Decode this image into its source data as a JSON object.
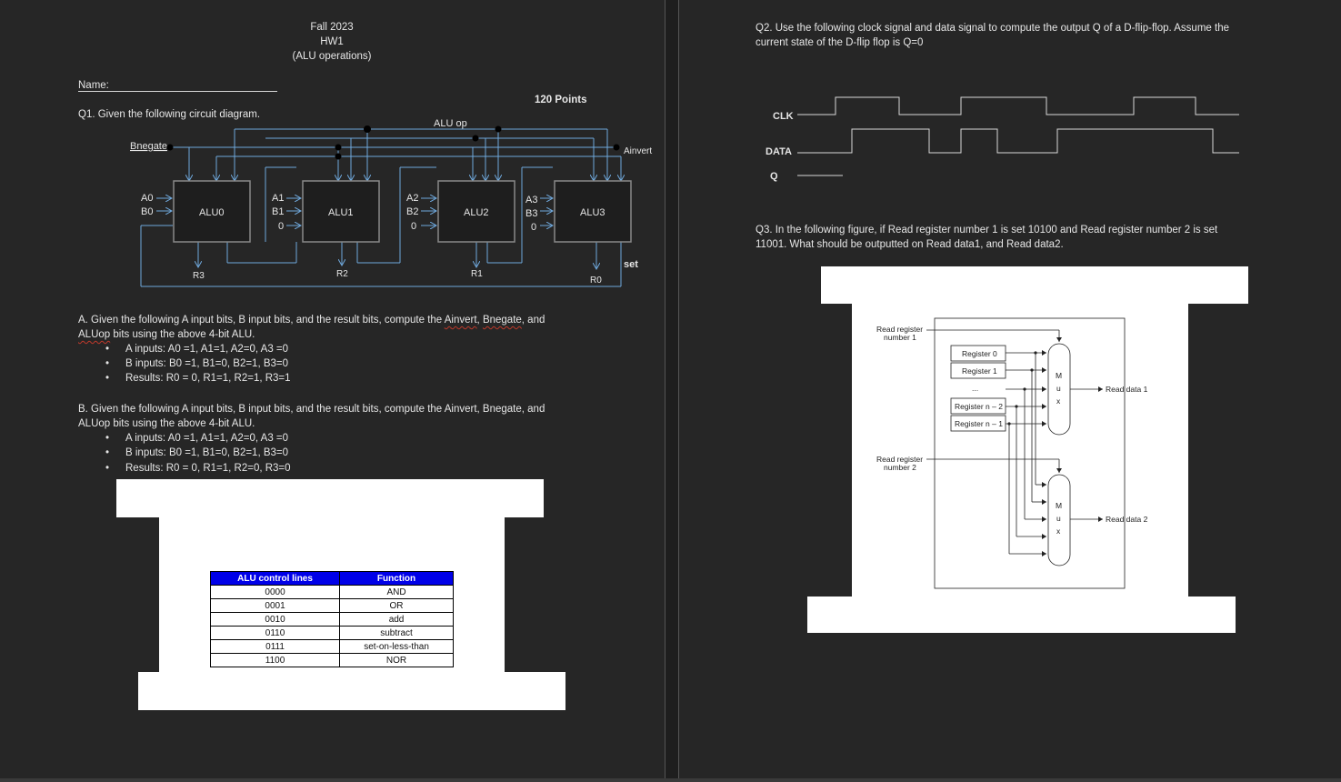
{
  "header": {
    "line1": "Fall 2023",
    "line2": "HW1",
    "line3": "(ALU operations)"
  },
  "name_label": "Name:",
  "points": "120 Points",
  "q1": {
    "title": "Q1. Given the following circuit diagram.",
    "diagram": {
      "alu_op": "ALU op",
      "bnegate": "Bnegate",
      "ainvert": "Ainvert",
      "set": "set",
      "alus": [
        "ALU0",
        "ALU1",
        "ALU2",
        "ALU3"
      ],
      "inputs": [
        {
          "a": "A0",
          "b": "B0"
        },
        {
          "a": "A1",
          "b": "B1",
          "less": "0"
        },
        {
          "a": "A2",
          "b": "B2",
          "less": "0"
        },
        {
          "a": "A3",
          "b": "B3",
          "less": "0"
        }
      ],
      "results": [
        "R3",
        "R2",
        "R1",
        "R0"
      ]
    },
    "part_a": {
      "prefix": "A. Given the following A input bits, B input bits, and the result bits, compute the ",
      "ainvert": "Ainvert",
      "comma": ", ",
      "bnegate": "Bnegate",
      "and": ", and",
      "line2_word": "ALUop",
      "line2_rest": " bits using the above 4-bit ALU.",
      "bullets": [
        "A inputs: A0 =1, A1=1, A2=0, A3 =0",
        "B inputs:  B0 =1, B1=0, B2=1, B3=0",
        "Results: R0 = 0, R1=1, R2=1, R3=1"
      ]
    },
    "part_b": {
      "line1": "B. Given the following A input bits, B input bits, and the result bits, compute the Ainvert, Bnegate, and",
      "line2": "ALUop bits using the above 4-bit ALU.",
      "bullets": [
        "A inputs: A0 =1, A1=1, A2=0, A3 =0",
        "B inputs:  B0 =1, B1=0, B2=1, B3=0",
        "Results: R0 = 0, R1=1, R2=0, R3=0"
      ]
    },
    "table": {
      "headers": [
        "ALU control lines",
        "Function"
      ],
      "rows": [
        [
          "0000",
          "AND"
        ],
        [
          "0001",
          "OR"
        ],
        [
          "0010",
          "add"
        ],
        [
          "0110",
          "subtract"
        ],
        [
          "0111",
          "set-on-less-than"
        ],
        [
          "1100",
          "NOR"
        ]
      ]
    }
  },
  "q2": {
    "line1": "Q2. Use the following clock signal and data signal to compute the output Q of a D-flip-flop. Assume the",
    "line2": "current state of the D-flip flop is Q=0",
    "clk": "CLK",
    "data": "DATA",
    "q": "Q"
  },
  "q3": {
    "line1": "Q3. In the following figure, if Read register number 1 is set 10100 and Read register number 2 is set",
    "line2": "11001. What should be outputted on Read data1, and Read data2.",
    "figure": {
      "rr1_a": "Read register",
      "rr1_b": "number 1",
      "rr2_a": "Read register",
      "rr2_b": "number 2",
      "registers": [
        "Register 0",
        "Register 1",
        "...",
        "Register n – 2",
        "Register n – 1"
      ],
      "mux": [
        "M",
        "u",
        "x"
      ],
      "rd1": "Read data 1",
      "rd2": "Read data 2"
    }
  }
}
